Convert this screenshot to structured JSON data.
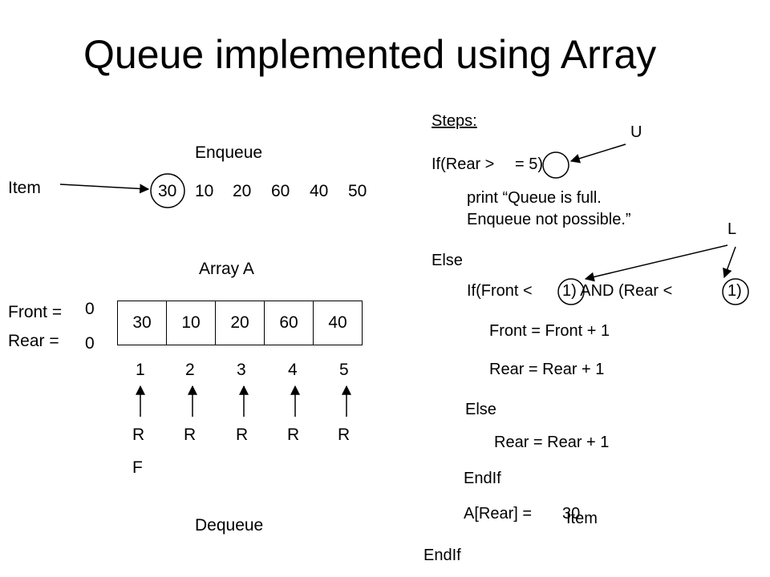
{
  "title": "Queue implemented using Array",
  "enqueue": {
    "label": "Enqueue",
    "item_label": "Item",
    "items": [
      "30",
      "10",
      "20",
      "60",
      "40",
      "50"
    ]
  },
  "array": {
    "label": "Array A",
    "cells": [
      "30",
      "10",
      "20",
      "60",
      "40"
    ],
    "indices": [
      "1",
      "2",
      "3",
      "4",
      "5"
    ],
    "rear_markers": [
      "R",
      "R",
      "R",
      "R",
      "R"
    ],
    "front_marker": "F"
  },
  "pointers": {
    "front_label": "Front =",
    "front_value": "0",
    "rear_label": "Rear =",
    "rear_value": "0"
  },
  "dequeue_label": "Dequeue",
  "steps": {
    "heading": "Steps:",
    "if_full_a": "If(Rear >",
    "if_full_b": "= 5)",
    "print_line1": "print “Queue is full.",
    "print_line2": "Enqueue not possible.”",
    "else1": "Else",
    "if_empty_a": "If(Front <",
    "if_empty_b": "1) AND (Rear <",
    "if_empty_c": "1)",
    "front_inc": "Front = Front + 1",
    "rear_inc1": "Rear = Rear + 1",
    "else2": "Else",
    "rear_inc2": "Rear = Rear + 1",
    "endif1": "EndIf",
    "assign": "A[Rear] =",
    "assign_value_overlay": "30",
    "assign_value": "Item",
    "endif2": "EndIf"
  },
  "annotations": {
    "upper": "U",
    "lower": "L"
  }
}
